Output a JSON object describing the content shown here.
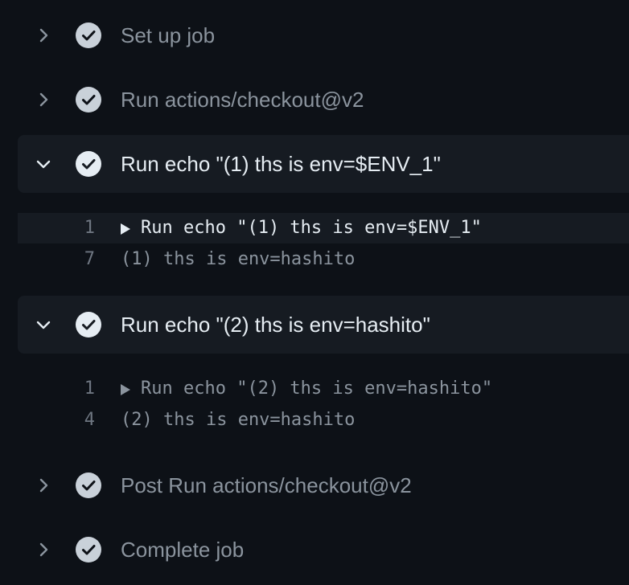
{
  "colors": {
    "background": "#0d1117",
    "expanded_step_bg": "#161b22",
    "check_circle": "#c9d1d9",
    "muted_text": "#8b949e",
    "bright_text": "#e6edf3",
    "line_number": "#6e7681"
  },
  "steps": [
    {
      "label": "Set up job",
      "expanded": false,
      "icon": "chevron-right-icon",
      "status_icon": "check-circle-icon"
    },
    {
      "label": "Run actions/checkout@v2",
      "expanded": false,
      "icon": "chevron-right-icon",
      "status_icon": "check-circle-icon"
    },
    {
      "label": "Run echo \"(1) ths is env=$ENV_1\"",
      "expanded": true,
      "icon": "chevron-down-icon",
      "status_icon": "check-circle-icon",
      "log": [
        {
          "line": "1",
          "text": "Run echo \"(1) ths is env=$ENV_1\"",
          "collapsible": true
        },
        {
          "line": "7",
          "text": "(1) ths is env=hashito",
          "collapsible": false
        }
      ]
    },
    {
      "label": "Run echo \"(2) ths is env=hashito\"",
      "expanded": true,
      "icon": "chevron-down-icon",
      "status_icon": "check-circle-icon",
      "log": [
        {
          "line": "1",
          "text": "Run echo \"(2) ths is env=hashito\"",
          "collapsible": true
        },
        {
          "line": "4",
          "text": "(2) ths is env=hashito",
          "collapsible": false
        }
      ]
    },
    {
      "label": "Post Run actions/checkout@v2",
      "expanded": false,
      "icon": "chevron-right-icon",
      "status_icon": "check-circle-icon"
    },
    {
      "label": "Complete job",
      "expanded": false,
      "icon": "chevron-right-icon",
      "status_icon": "check-circle-icon"
    }
  ]
}
